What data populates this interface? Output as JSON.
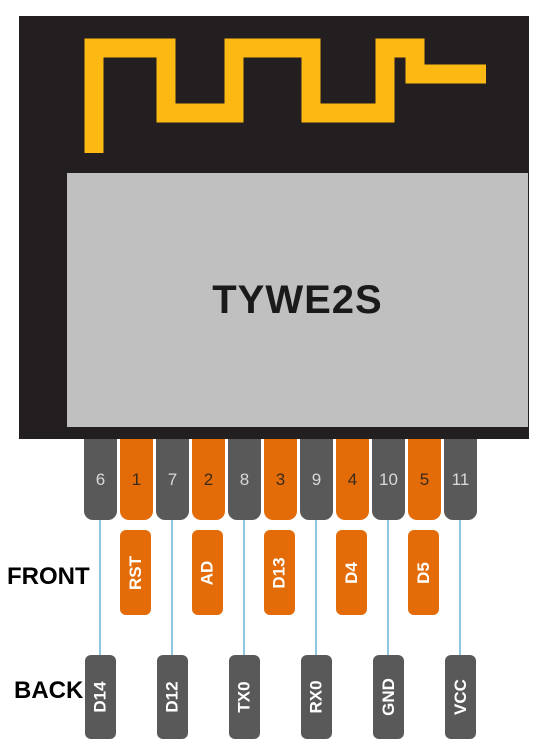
{
  "module": {
    "name": "TYWE2S",
    "colors": {
      "body": "#231f20",
      "shield": "#c0c0c0",
      "antenna": "#fdb913",
      "pin_orange": "#e36c09",
      "pin_gray": "#595959",
      "trace": "#8ec6dc"
    }
  },
  "pins": [
    {
      "number": "6",
      "color": "gray"
    },
    {
      "number": "1",
      "color": "orange"
    },
    {
      "number": "7",
      "color": "gray"
    },
    {
      "number": "2",
      "color": "orange"
    },
    {
      "number": "8",
      "color": "gray"
    },
    {
      "number": "3",
      "color": "orange"
    },
    {
      "number": "9",
      "color": "gray"
    },
    {
      "number": "4",
      "color": "orange"
    },
    {
      "number": "10",
      "color": "gray"
    },
    {
      "number": "5",
      "color": "orange"
    },
    {
      "number": "11",
      "color": "gray"
    }
  ],
  "front": {
    "label": "FRONT",
    "signals": [
      "RST",
      "AD",
      "D13",
      "D4",
      "D5"
    ]
  },
  "back": {
    "label": "BACK",
    "signals": [
      "D14",
      "D12",
      "TX0",
      "RX0",
      "GND",
      "VCC"
    ]
  }
}
